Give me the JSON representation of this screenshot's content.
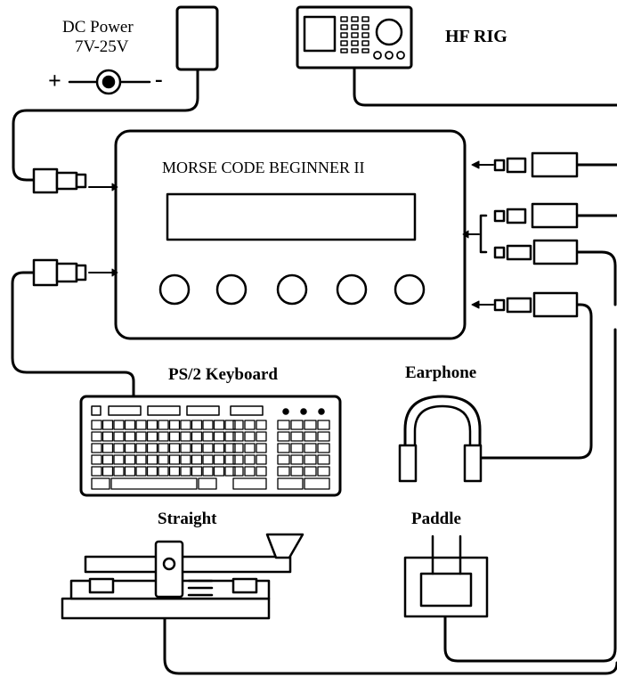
{
  "labels": {
    "dc_power": "DC Power",
    "voltage": "7V-25V",
    "plus": "+",
    "minus": "-",
    "hf_rig": "HF RIG",
    "device_title": "MORSE CODE BEGINNER II",
    "keyboard": "PS/2 Keyboard",
    "earphone": "Earphone",
    "straight": "Straight",
    "paddle": "Paddle"
  },
  "colors": {
    "line": "#000000",
    "background": "#ffffff"
  }
}
